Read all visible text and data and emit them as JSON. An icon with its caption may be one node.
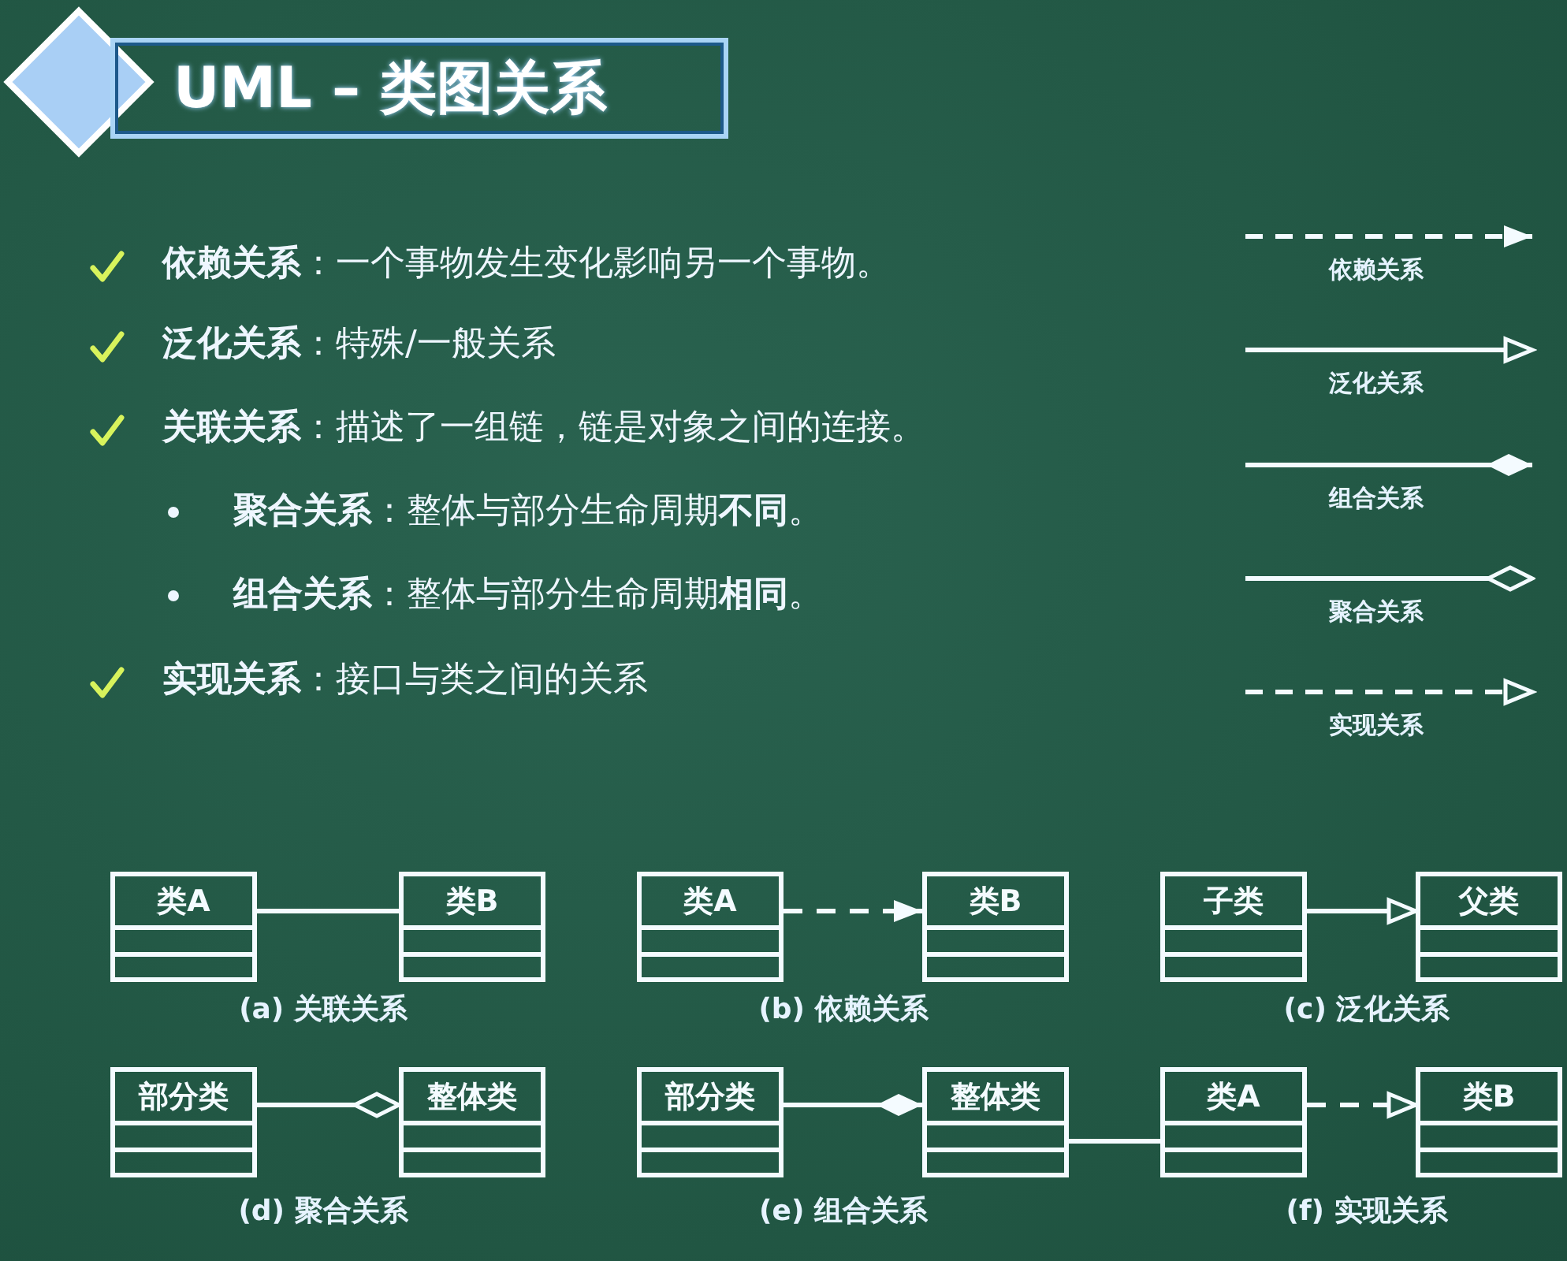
{
  "diagram": {
    "title": "UML – 类图关系",
    "nodes": [
      {
        "text": [
          "类A"
        ]
      },
      {
        "text": [
          "类B"
        ]
      },
      {
        "text": [
          "类A"
        ]
      },
      {
        "text": [
          "类B"
        ]
      },
      {
        "text": [
          "子类"
        ]
      },
      {
        "text": [
          "父类"
        ]
      },
      {
        "text": [
          "部分类"
        ]
      },
      {
        "text": [
          "整体类"
        ]
      },
      {
        "text": [
          "部分类"
        ]
      },
      {
        "text": [
          "整体类"
        ]
      },
      {
        "text": [
          "类A"
        ]
      },
      {
        "text": [
          "类B"
        ]
      }
    ],
    "edges": [
      {
        "from": 0,
        "to": 1,
        "arrow": "none"
      },
      {
        "from": 2,
        "to": 3,
        "arrow": "to",
        "style": "dashed"
      },
      {
        "from": 4,
        "to": 5,
        "arrow": "to"
      },
      {
        "from": 6,
        "to": 7,
        "arrow": "other"
      },
      {
        "from": 8,
        "to": 9,
        "arrow": "other"
      },
      {
        "from": 9,
        "to": 10,
        "arrow": "none"
      },
      {
        "from": 10,
        "to": 11,
        "arrow": "to",
        "style": "dashed"
      }
    ],
    "labels": [
      "**依赖关系**：一个事物发生变化影响另一个事物。",
      "**泛化关系**：特殊/一般关系",
      "**关联关系**：描述了一组链，链是对象之间的连接。",
      "**聚合关系**：整体与部分生命周期**不同**。",
      "**组合关系**：整体与部分生命周期**相同**。",
      "**实现关系**：接口与类之间的关系",
      "(a) 关联关系",
      "(b) 依赖关系",
      "(c) 泛化关系",
      "(d) 聚合关系",
      "(e) 组合关系",
      "(f) 实现关系"
    ],
    "legend": [
      {
        "text": "依赖关系"
      },
      {
        "text": "泛化关系"
      },
      {
        "text": "组合关系"
      },
      {
        "text": "聚合关系"
      },
      {
        "text": "实现关系"
      }
    ]
  }
}
